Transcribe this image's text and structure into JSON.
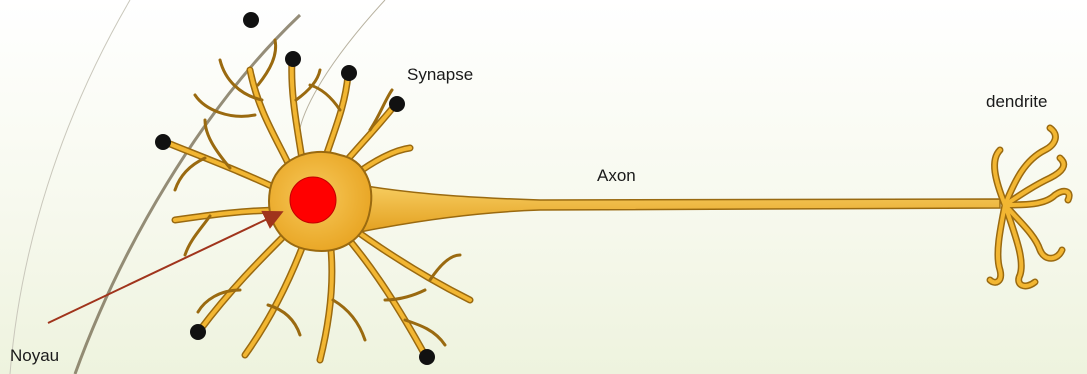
{
  "labels": {
    "synapse": "Synapse",
    "axon": "Axon",
    "dendrite": "dendrite",
    "nucleus": "Noyau"
  },
  "colors": {
    "cell_body": "#f2b632",
    "cell_outline": "#9a6a10",
    "nucleus": "#ff0000",
    "pointer": "#a0341c",
    "synapse_dot": "#111111",
    "arc": "#7a7058"
  }
}
